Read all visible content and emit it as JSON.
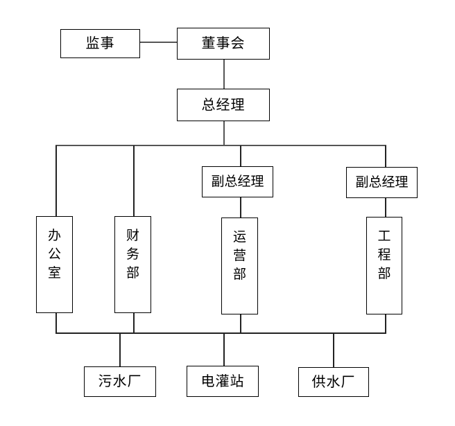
{
  "diagram": {
    "type": "org-chart",
    "background_color": "#ffffff",
    "box_border_color": "#000000",
    "trunk_line_color": "#555555",
    "branch_line_color": "#222222",
    "text_color": "#000000",
    "nodes": {
      "supervisor": {
        "label": "监事"
      },
      "board": {
        "label": "董事会"
      },
      "general_manager": {
        "label": "总经理"
      },
      "deputy_gm_left": {
        "label": "副总经理"
      },
      "deputy_gm_right": {
        "label": "副总经理"
      },
      "office": {
        "label": "办公室",
        "orientation": "vertical"
      },
      "finance_dept": {
        "label": "财务部",
        "orientation": "vertical"
      },
      "operations_dept": {
        "label": "运营部",
        "orientation": "vertical"
      },
      "engineering_dept": {
        "label": "工程部",
        "orientation": "vertical"
      },
      "sewage_plant": {
        "label": "污水厂"
      },
      "irrigation_station": {
        "label": "电灌站"
      },
      "water_supply_plant": {
        "label": "供水厂"
      }
    },
    "edges": [
      {
        "from": "supervisor",
        "to": "board",
        "style": "lateral"
      },
      {
        "from": "board",
        "to": "general_manager"
      },
      {
        "from": "general_manager",
        "to": "office"
      },
      {
        "from": "general_manager",
        "to": "finance_dept"
      },
      {
        "from": "general_manager",
        "to": "deputy_gm_left"
      },
      {
        "from": "general_manager",
        "to": "deputy_gm_right"
      },
      {
        "from": "deputy_gm_left",
        "to": "operations_dept"
      },
      {
        "from": "deputy_gm_right",
        "to": "engineering_dept"
      },
      {
        "from": [
          "office",
          "finance_dept",
          "operations_dept",
          "engineering_dept"
        ],
        "to": [
          "sewage_plant",
          "irrigation_station",
          "water_supply_plant"
        ],
        "style": "shared-bus"
      }
    ]
  }
}
